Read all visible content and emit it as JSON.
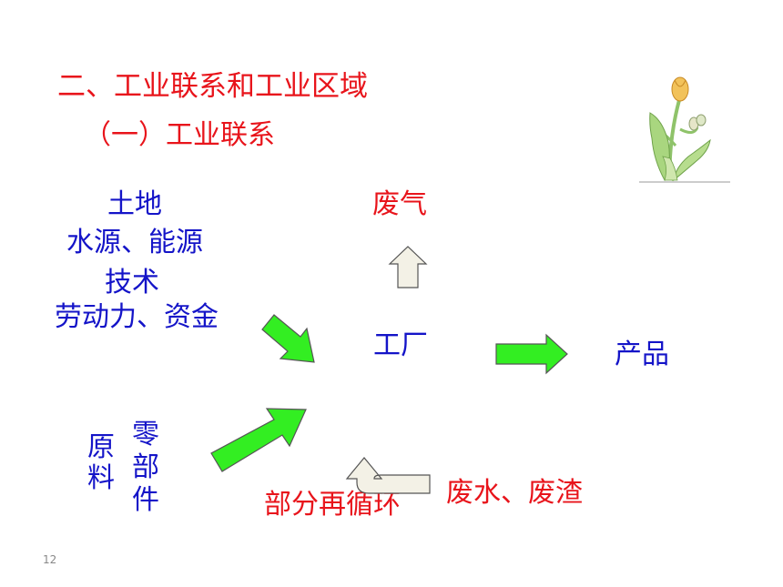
{
  "title": "二、工业联系和工业区域",
  "subtitle": "（一）工业联系",
  "inputs": {
    "land": "土地",
    "water_energy": "水源、能源",
    "technology": "技术",
    "labor_capital": "劳动力、资金"
  },
  "center": "工厂",
  "output": "产品",
  "waste_gas": "废气",
  "waste_water_residue": "废水、废渣",
  "recycle": "部分再循环",
  "raw_material": "原料",
  "parts": "零部件",
  "page_number": "12",
  "colors": {
    "title": "#e8141b",
    "waste": "#e8141b",
    "input_text": "#1414c8",
    "green_arrow": "#33ee22",
    "gray_arrow": "#f3f1e6"
  },
  "decoration_icon": "tulip-flower-icon"
}
